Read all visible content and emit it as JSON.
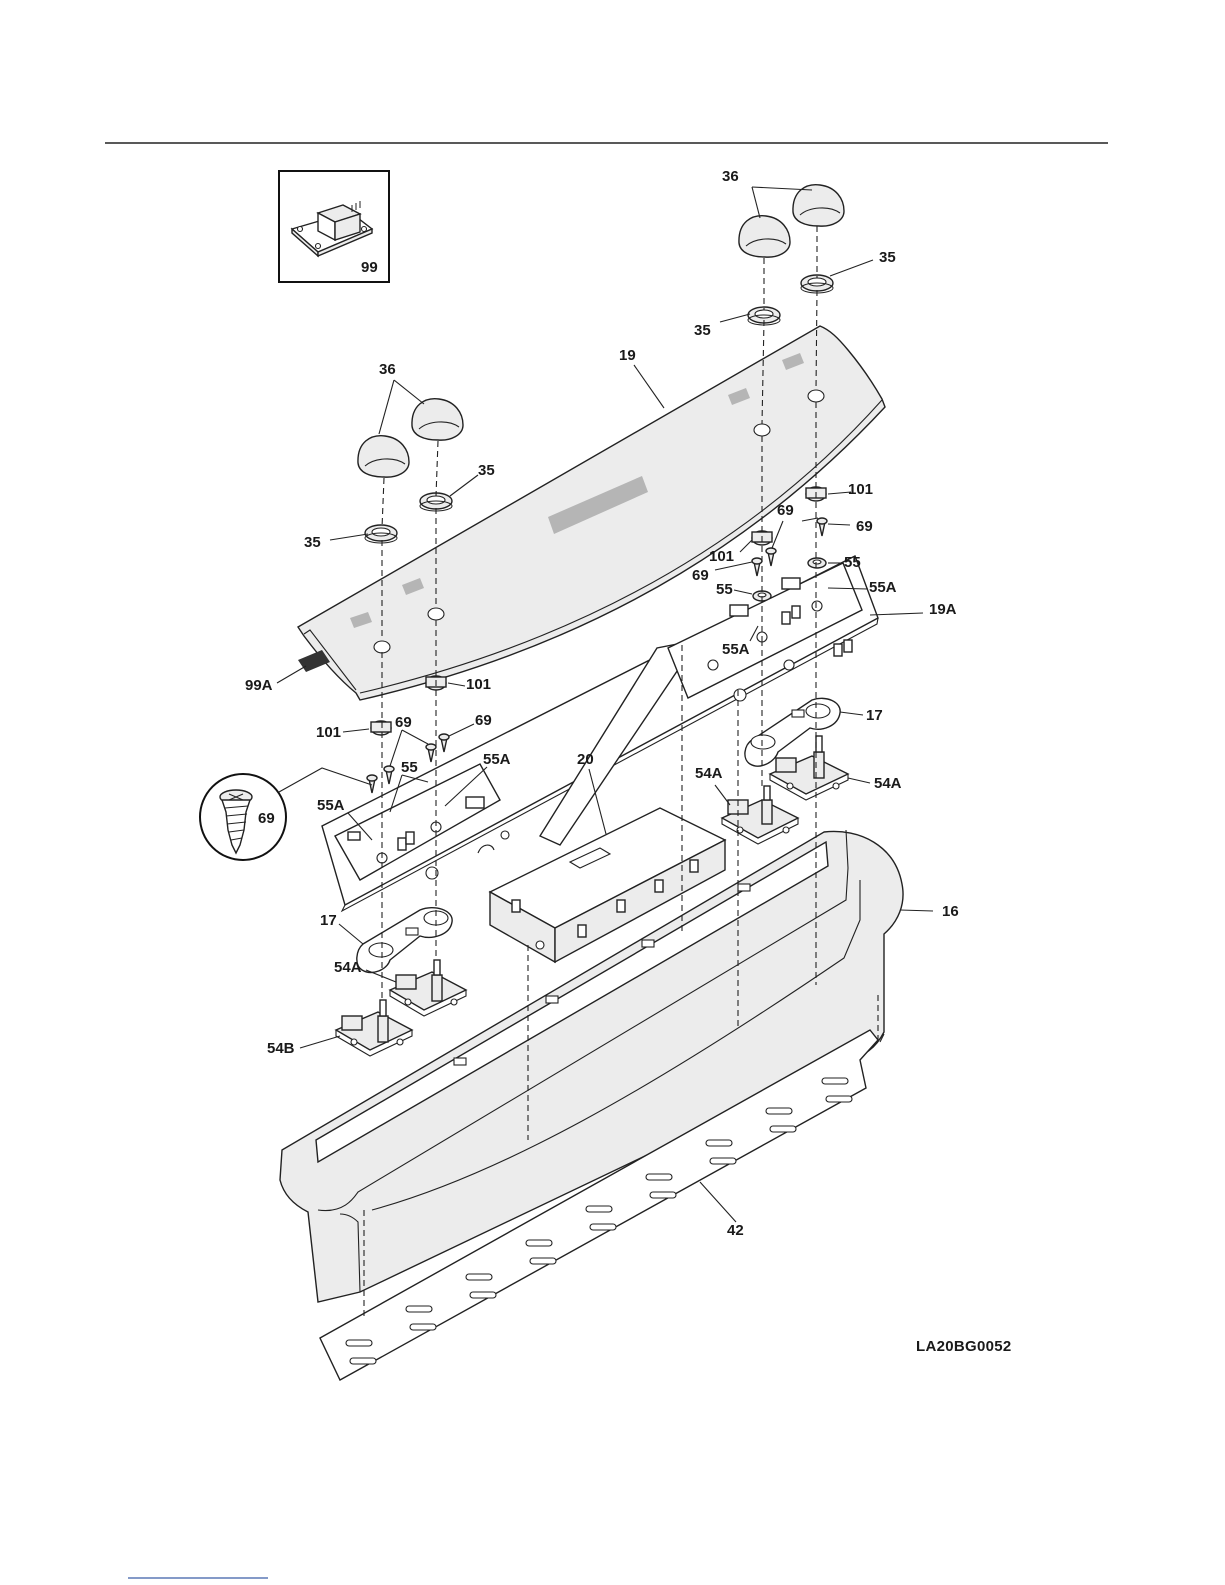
{
  "diagram_code": "LA20BG0052",
  "inset_label": "99",
  "callout": {
    "label": "69"
  },
  "labels": [
    {
      "id": "36-right",
      "text": "36"
    },
    {
      "id": "35-top-right",
      "text": "35"
    },
    {
      "id": "35-mid-right",
      "text": "35"
    },
    {
      "id": "19",
      "text": "19"
    },
    {
      "id": "36-left",
      "text": "36"
    },
    {
      "id": "35-left-upper",
      "text": "35"
    },
    {
      "id": "35-left-lower",
      "text": "35"
    },
    {
      "id": "101-right-upper",
      "text": "101"
    },
    {
      "id": "69-right-a",
      "text": "69"
    },
    {
      "id": "69-right-b",
      "text": "69"
    },
    {
      "id": "101-right-lower",
      "text": "101"
    },
    {
      "id": "69-right-c",
      "text": "69"
    },
    {
      "id": "55-right-a",
      "text": "55"
    },
    {
      "id": "55A-right-a",
      "text": "55A"
    },
    {
      "id": "55-right-b",
      "text": "55"
    },
    {
      "id": "19A",
      "text": "19A"
    },
    {
      "id": "55A-right-b",
      "text": "55A"
    },
    {
      "id": "99A",
      "text": "99A"
    },
    {
      "id": "101-left-upper",
      "text": "101"
    },
    {
      "id": "101-left-lower",
      "text": "101"
    },
    {
      "id": "69-left-a",
      "text": "69"
    },
    {
      "id": "69-left-b",
      "text": "69"
    },
    {
      "id": "17-right",
      "text": "17"
    },
    {
      "id": "55-left",
      "text": "55"
    },
    {
      "id": "55A-left-a",
      "text": "55A"
    },
    {
      "id": "20",
      "text": "20"
    },
    {
      "id": "54A-mid",
      "text": "54A"
    },
    {
      "id": "54A-right",
      "text": "54A"
    },
    {
      "id": "55A-left-b",
      "text": "55A"
    },
    {
      "id": "16",
      "text": "16"
    },
    {
      "id": "17-left",
      "text": "17"
    },
    {
      "id": "54A-left",
      "text": "54A"
    },
    {
      "id": "54B",
      "text": "54B"
    },
    {
      "id": "42",
      "text": "42"
    }
  ]
}
